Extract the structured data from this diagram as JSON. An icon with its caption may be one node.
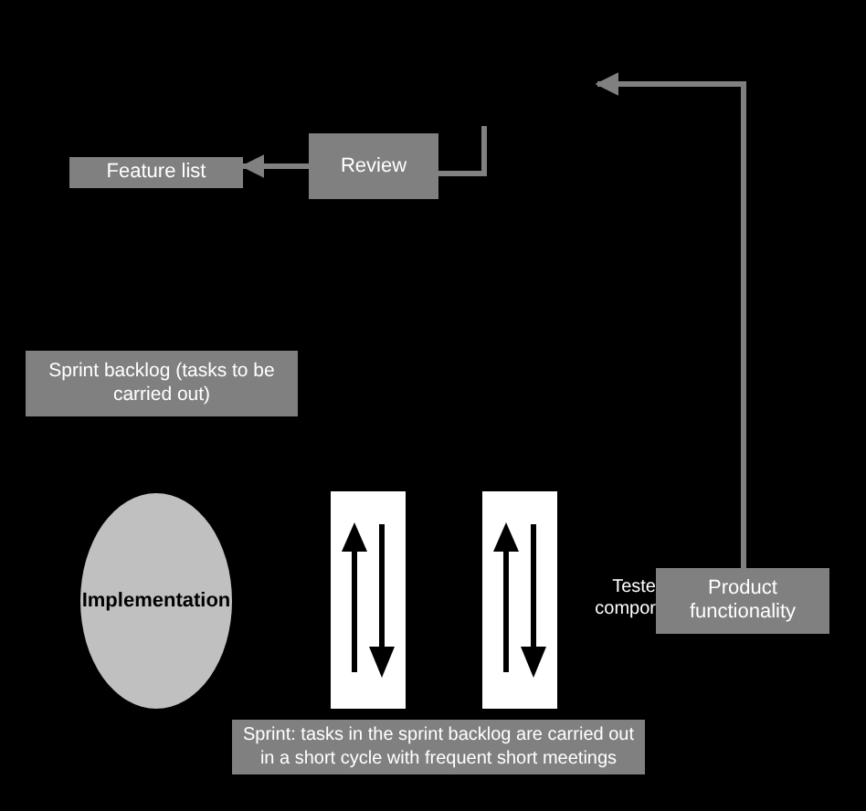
{
  "diagram": {
    "nodes": [
      {
        "text": [
          "Feature list"
        ]
      },
      {
        "text": [
          "Review"
        ]
      },
      {
        "text": [
          "Sprint backlog (tasks to be carried out)"
        ]
      },
      {
        "text": [
          "Implementation"
        ]
      },
      {
        "text": [],
        "shape": "box"
      },
      {
        "text": [],
        "shape": "box"
      },
      {
        "text": [
          "Sprint: tasks in the sprint backlog are carried out in a short cycle with frequent short meetings"
        ]
      },
      {
        "text": [
          "Product functionality"
        ]
      }
    ],
    "edges": [
      {
        "from": 1,
        "to": 0,
        "arrow": "to"
      },
      {
        "from": 1,
        "to": null,
        "arrow": "none"
      },
      {
        "from": 7,
        "to": null,
        "arrow": "to"
      }
    ],
    "labels": [
      "Teste compor"
    ]
  }
}
